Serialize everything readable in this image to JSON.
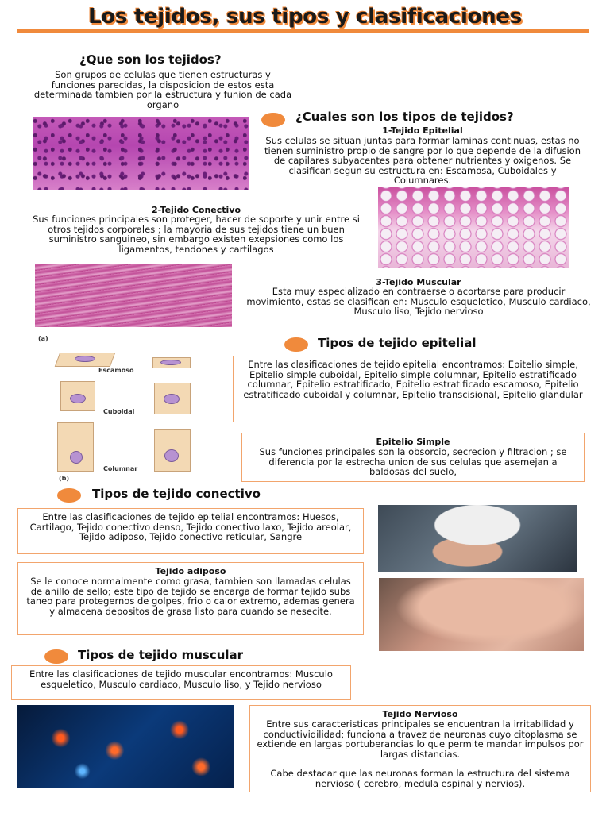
{
  "title": "Los tejidos, sus tipos y clasificaciones",
  "intro": {
    "heading": "¿Que son los tejidos?",
    "text": "Son grupos de celulas que tienen estructuras y funciones parecidas, la disposicion de estos esta determinada tambien por la estructura y funion de cada organo"
  },
  "types": {
    "heading": "¿Cuales son los tipos de tejidos?",
    "epitelial": {
      "title": "1-Tejido Epitelial",
      "text": "Sus celulas se situan juntas para formar laminas continuas, estas no tienen suministro propio de sangre por lo que depende de la difusion de capilares subyacentes para obtener nutrientes y oxigenos. Se clasifican segun su estructura en: Escamosa, Cuboidales y Columnares."
    },
    "conectivo": {
      "title": "2-Tejido Conectivo",
      "text": "Sus funciones principales son proteger, hacer de soporte y unir entre si otros tejidos corporales ; la mayoria de sus tejidos tiene un buen suministro sanguineo, sin embargo existen exepsiones como los ligamentos, tendones y cartilagos"
    },
    "muscular": {
      "title": "3-Tejido Muscular",
      "text": "Esta muy especializado en contraerse o acortarse para producir movimiento, estas se clasifican en: Musculo esqueletico, Musculo cardiaco, Musculo liso, Tejido nervioso"
    }
  },
  "diagram": {
    "label_a": "(a)",
    "label_b": "(b)",
    "escamoso": "Escamoso",
    "cuboidal": "Cuboidal",
    "columnar": "Columnar"
  },
  "epitelio": {
    "heading": "Tipos de tejido epitelial",
    "box_text": "Entre las clasificaciones de tejido epitelial encontramos: Epitelio simple, Epitelio simple cuboidal, Epitelio simple columnar, Epitelio estratificado columnar, Epitelio estratificado, Epitelio estratificado escamoso, Epitelio estratificado cuboidal y columnar, Epitelio transcisional, Epitelio glandular",
    "simple_title": "Epitelio Simple",
    "simple_text": "Sus funciones principales son la obsorcio, secrecion y filtracion ; se diferencia por la estrecha union de sus celulas que asemejan a baldosas del suelo,"
  },
  "conectivo_sec": {
    "heading": "Tipos de tejido conectivo",
    "box_text": "Entre las clasificaciones de tejido epitelial encontramos: Huesos, Cartilago, Tejido conectivo denso, Tejido conectivo laxo, Tejido areolar, Tejido adiposo, Tejido conectivo reticular, Sangre",
    "adiposo_title": "Tejido adiposo",
    "adiposo_text": "Se le conoce normalmente como grasa, tambien son llamadas celulas de anillo de sello; este tipo de tejido se encarga de formar tejido subs taneo para protegernos de golpes, frio o calor extremo, ademas genera y almacena depositos de grasa listo para cuando se nesecite."
  },
  "muscular_sec": {
    "heading": "Tipos de tejido muscular",
    "box_text": "Entre las clasificaciones de tejido muscular encontramos: Musculo esqueletico, Musculo cardiaco, Musculo liso, y Tejido nervioso",
    "nervioso_title": "Tejido Nervioso",
    "nervioso_text": "Entre sus caracteristicas principales se encuentran la irritabilidad y conductividilidad; funciona a travez de neuronas cuyo citoplasma se extiende en largas portuberancias lo que permite mandar impulsos por largas distancias.",
    "nervioso_text2": "Cabe destacar que las neuronas forman la estructura del sistema nervioso ( cerebro, medula espinal y nervios)."
  },
  "colors": {
    "accent": "#f08a3c",
    "box_border": "#f2a56d"
  }
}
